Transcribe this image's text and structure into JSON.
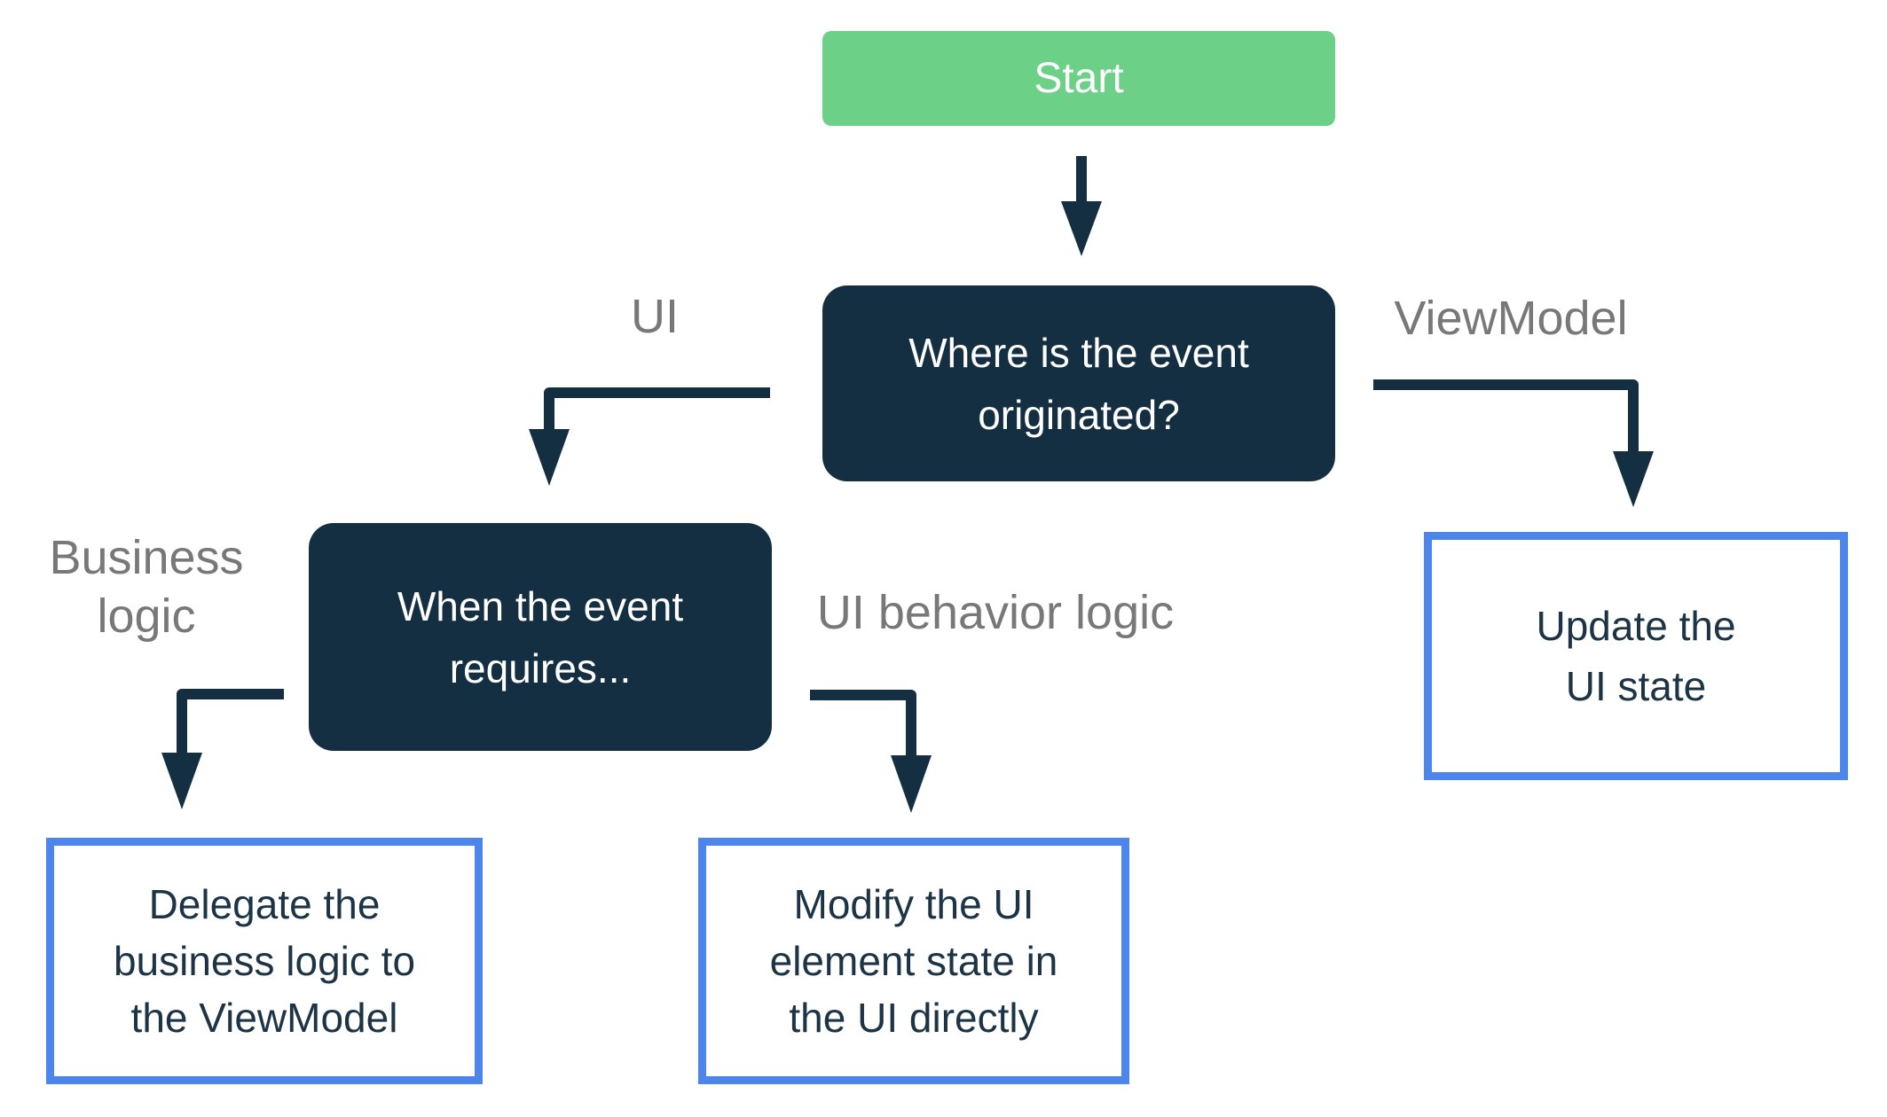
{
  "colors": {
    "background": "#FFFFFF",
    "node_fill": "#152F42",
    "arrow": "#152F42",
    "start_fill": "#6CD087",
    "outline_border": "#4C86ED",
    "outline_text": "#1C3446",
    "label_text": "#787878",
    "node_text": "#FFFFFF"
  },
  "nodes": {
    "start": {
      "label": "Start"
    },
    "question_origin": {
      "label": "Where is the event\noriginated?"
    },
    "question_requires": {
      "label": "When the event\nrequires..."
    },
    "delegate": {
      "label": "Delegate the\nbusiness logic to\nthe ViewModel"
    },
    "modify": {
      "label": "Modify the UI\nelement state in\nthe UI directly"
    },
    "update": {
      "label": "Update the\nUI state"
    }
  },
  "edge_labels": {
    "ui": "UI",
    "viewmodel": "ViewModel",
    "business_logic": "Business\nlogic",
    "ui_behavior_logic": "UI behavior logic"
  }
}
